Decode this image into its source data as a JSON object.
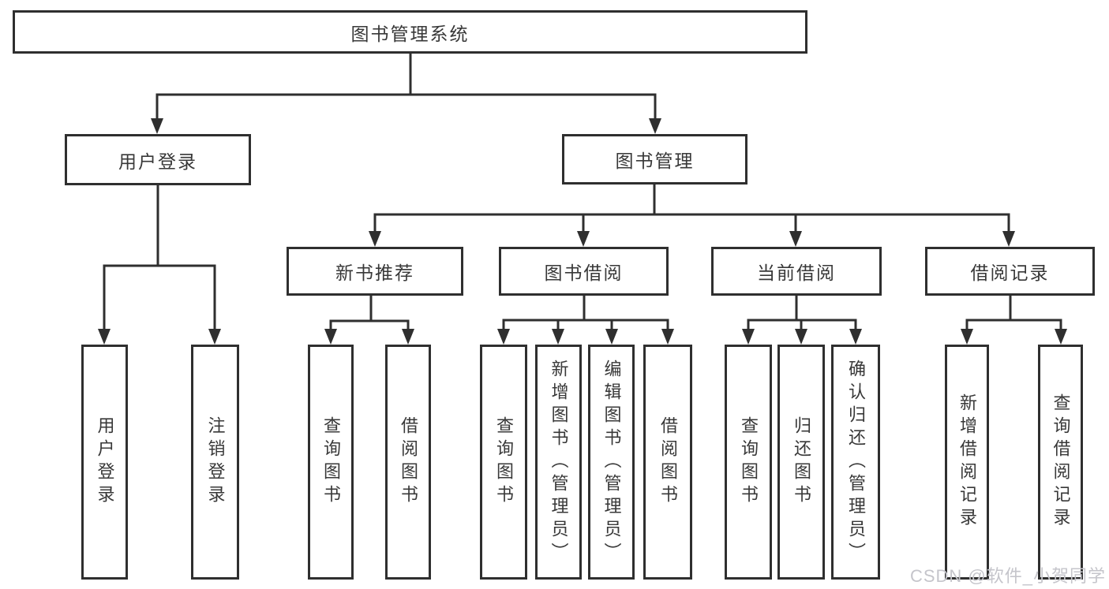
{
  "tree": {
    "root": {
      "label": "图书管理系统",
      "children": [
        {
          "label": "用户登录",
          "children": [
            {
              "label": "用户登录"
            },
            {
              "label": "注销登录"
            }
          ]
        },
        {
          "label": "图书管理",
          "children": [
            {
              "label": "新书推荐",
              "children": [
                {
                  "label": "查询图书"
                },
                {
                  "label": "借阅图书"
                }
              ]
            },
            {
              "label": "图书借阅",
              "children": [
                {
                  "label": "查询图书"
                },
                {
                  "label": "新增图书（管理员）"
                },
                {
                  "label": "编辑图书（管理员）"
                },
                {
                  "label": "借阅图书"
                }
              ]
            },
            {
              "label": "当前借阅",
              "children": [
                {
                  "label": "查询图书"
                },
                {
                  "label": "归还图书"
                },
                {
                  "label": "确认归还（管理员）"
                }
              ]
            },
            {
              "label": "借阅记录",
              "children": [
                {
                  "label": "新增借阅记录"
                },
                {
                  "label": "查询借阅记录"
                }
              ]
            }
          ]
        }
      ]
    }
  },
  "watermark": {
    "text": "CSDN @软件_小贺同学"
  },
  "colors": {
    "line": "#2f2f2f",
    "text": "#383838",
    "background": "#ffffff",
    "watermark_text": "#c5c5cb"
  }
}
